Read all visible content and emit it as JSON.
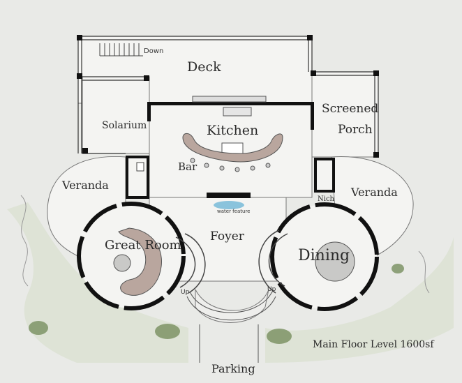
{
  "rooms": {
    "deck": "Deck",
    "screened_line1": "Screened",
    "screened_line2": "Porch",
    "kitchen": "Kitchen",
    "solarium": "Solarium",
    "bar": "Bar",
    "veranda_left": "Veranda",
    "veranda_right": "Veranda",
    "foyer": "Foyer",
    "great_room": "Great Room",
    "dining": "Dining",
    "niche": "Nich"
  },
  "labels": {
    "down": "Down",
    "water_feature": "water feature",
    "up_left": "Up",
    "up_right": "Up",
    "parking": "Parking",
    "caption": "Main Floor Level 1600sf"
  },
  "colors": {
    "background": "#e9eae7",
    "floor": "#f4f4f2",
    "wall": "#111111",
    "furniture": "#b9a69e",
    "plants": "#7e9466",
    "water": "#6fb6d6",
    "grass": "#d9dfcf"
  }
}
